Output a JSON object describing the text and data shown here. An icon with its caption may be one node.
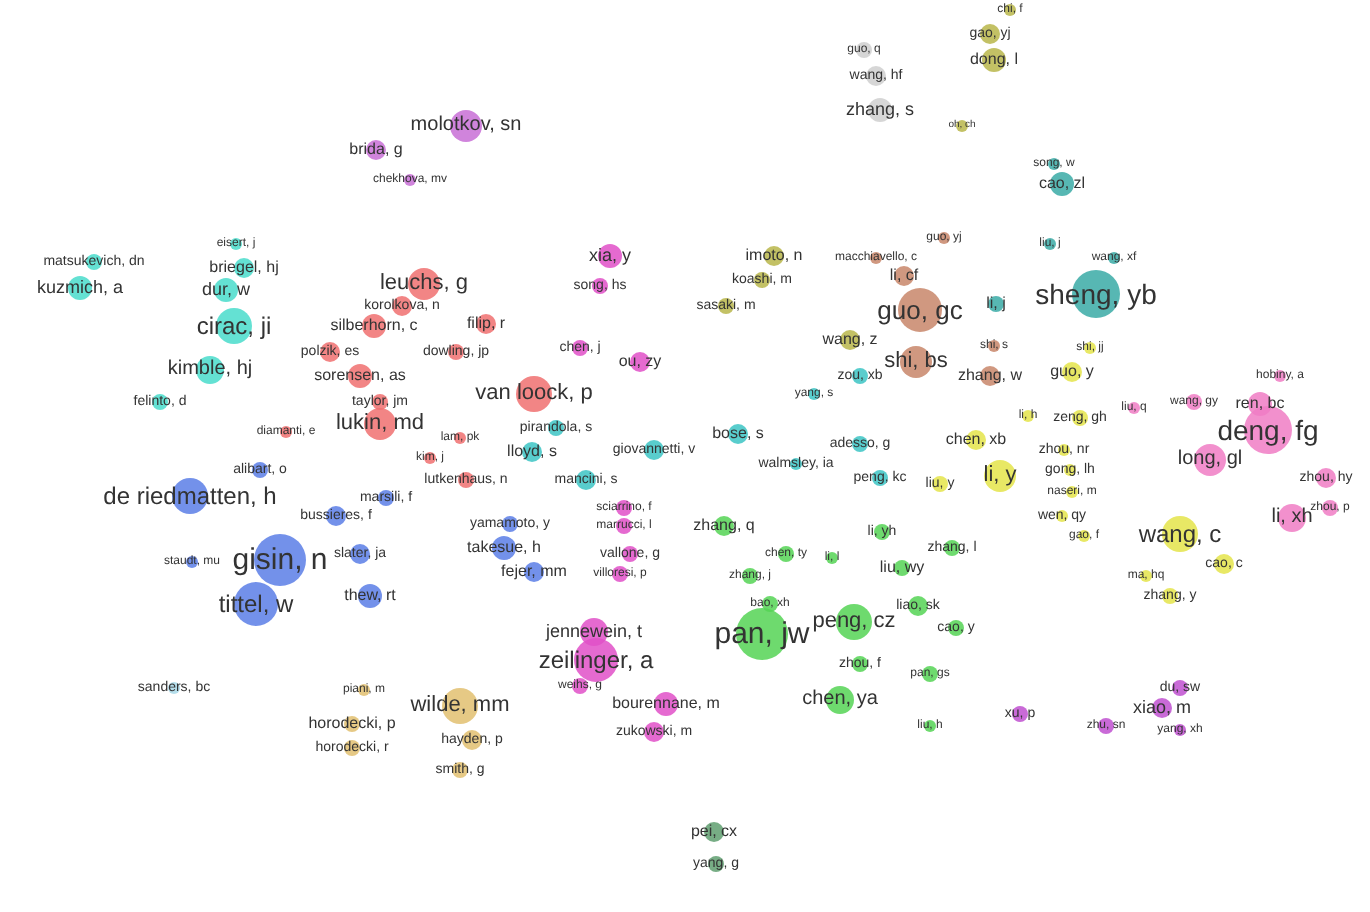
{
  "diagram": {
    "nodes": [
      {
        "text": [
          "matsukevich, dn"
        ]
      },
      {
        "text": [
          "kuzmich, a"
        ]
      },
      {
        "text": [
          "eisert, j"
        ]
      },
      {
        "text": [
          "briegel, hj"
        ]
      },
      {
        "text": [
          "dur, w"
        ]
      },
      {
        "text": [
          "cirac, ji"
        ]
      },
      {
        "text": [
          "kimble, hj"
        ]
      },
      {
        "text": [
          "felinto, d"
        ]
      },
      {
        "text": [
          "molotkov, sn"
        ]
      },
      {
        "text": [
          "brida, g"
        ]
      },
      {
        "text": [
          "chekhova, mv"
        ]
      },
      {
        "text": [
          "leuchs, g"
        ]
      },
      {
        "text": [
          "korolkova, n"
        ]
      },
      {
        "text": [
          "silberhorn, c"
        ]
      },
      {
        "text": [
          "filip, r"
        ]
      },
      {
        "text": [
          "dowling, jp"
        ]
      },
      {
        "text": [
          "polzik, es"
        ]
      },
      {
        "text": [
          "sorensen, as"
        ]
      },
      {
        "text": [
          "van loock, p"
        ]
      },
      {
        "text": [
          "taylor, jm"
        ]
      },
      {
        "text": [
          "lukin, md"
        ]
      },
      {
        "text": [
          "diamanti, e"
        ]
      },
      {
        "text": [
          "lam, pk"
        ]
      },
      {
        "text": [
          "kim, j"
        ]
      },
      {
        "text": [
          "lutkenhaus, n"
        ]
      },
      {
        "text": [
          "alibart, o"
        ]
      },
      {
        "text": [
          "de riedmatten, h"
        ]
      },
      {
        "text": [
          "bussieres, f"
        ]
      },
      {
        "text": [
          "marsili, f"
        ]
      },
      {
        "text": [
          "gisin, n"
        ]
      },
      {
        "text": [
          "staudt, mu"
        ]
      },
      {
        "text": [
          "slater, ja"
        ]
      },
      {
        "text": [
          "tittel, w"
        ]
      },
      {
        "text": [
          "thew, rt"
        ]
      },
      {
        "text": [
          "yamamoto, y"
        ]
      },
      {
        "text": [
          "takesue, h"
        ]
      },
      {
        "text": [
          "fejer, mm"
        ]
      },
      {
        "text": [
          "pirandola, s"
        ]
      },
      {
        "text": [
          "lloyd, s"
        ]
      },
      {
        "text": [
          "mancini, s"
        ]
      },
      {
        "text": [
          "giovannetti, v"
        ]
      },
      {
        "text": [
          "bose, s"
        ]
      },
      {
        "text": [
          "yang, s"
        ]
      },
      {
        "text": [
          "zou, xb"
        ]
      },
      {
        "text": [
          "adesso, g"
        ]
      },
      {
        "text": [
          "walmsley, ia"
        ]
      },
      {
        "text": [
          "peng, kc"
        ]
      },
      {
        "text": [
          "xia, y"
        ]
      },
      {
        "text": [
          "song, hs"
        ]
      },
      {
        "text": [
          "chen, j"
        ]
      },
      {
        "text": [
          "ou, zy"
        ]
      },
      {
        "text": [
          "sciarrino, f"
        ]
      },
      {
        "text": [
          "marrucci, l"
        ]
      },
      {
        "text": [
          "vallone, g"
        ]
      },
      {
        "text": [
          "villoresi, p"
        ]
      },
      {
        "text": [
          "jennewein, t"
        ]
      },
      {
        "text": [
          "zeilinger, a"
        ]
      },
      {
        "text": [
          "weihs, g"
        ]
      },
      {
        "text": [
          "bourennane, m"
        ]
      },
      {
        "text": [
          "zukowski, m"
        ]
      },
      {
        "text": [
          "imoto, n"
        ]
      },
      {
        "text": [
          "koashi, m"
        ]
      },
      {
        "text": [
          "sasaki, m"
        ]
      },
      {
        "text": [
          "wang, z"
        ]
      },
      {
        "text": [
          "chi, f"
        ]
      },
      {
        "text": [
          "gao, yj"
        ]
      },
      {
        "text": [
          "dong, l"
        ]
      },
      {
        "text": [
          "oh, ch"
        ]
      },
      {
        "text": [
          "guo, q"
        ]
      },
      {
        "text": [
          "wang, hf"
        ]
      },
      {
        "text": [
          "zhang, s"
        ]
      },
      {
        "text": [
          "guo, yj"
        ]
      },
      {
        "text": [
          "macchiavello, c"
        ]
      },
      {
        "text": [
          "li, cf"
        ]
      },
      {
        "text": [
          "guo, gc"
        ]
      },
      {
        "text": [
          "shi, bs"
        ]
      },
      {
        "text": [
          "shi, s"
        ]
      },
      {
        "text": [
          "zhang, w"
        ]
      },
      {
        "text": [
          "song, w"
        ]
      },
      {
        "text": [
          "cao, zl"
        ]
      },
      {
        "text": [
          "liu, j"
        ]
      },
      {
        "text": [
          "wang, xf"
        ]
      },
      {
        "text": [
          "li, j"
        ]
      },
      {
        "text": [
          "sheng, yb"
        ]
      },
      {
        "text": [
          "shi, jj"
        ]
      },
      {
        "text": [
          "guo, y"
        ]
      },
      {
        "text": [
          "chen, xb"
        ]
      },
      {
        "text": [
          "li, h"
        ]
      },
      {
        "text": [
          "zeng, gh"
        ]
      },
      {
        "text": [
          "zhou, nr"
        ]
      },
      {
        "text": [
          "gong, lh"
        ]
      },
      {
        "text": [
          "li, y"
        ]
      },
      {
        "text": [
          "liu, y"
        ]
      },
      {
        "text": [
          "naseri, m"
        ]
      },
      {
        "text": [
          "wen, qy"
        ]
      },
      {
        "text": [
          "gao, f"
        ]
      },
      {
        "text": [
          "wang, c"
        ]
      },
      {
        "text": [
          "cao, c"
        ]
      },
      {
        "text": [
          "ma, hq"
        ]
      },
      {
        "text": [
          "zhang, y"
        ]
      },
      {
        "text": [
          "hobiny, a"
        ]
      },
      {
        "text": [
          "wang, gy"
        ]
      },
      {
        "text": [
          "ren, bc"
        ]
      },
      {
        "text": [
          "liu, q"
        ]
      },
      {
        "text": [
          "deng, fg"
        ]
      },
      {
        "text": [
          "long, gl"
        ]
      },
      {
        "text": [
          "zhou, hy"
        ]
      },
      {
        "text": [
          "zhou, p"
        ]
      },
      {
        "text": [
          "li, xh"
        ]
      },
      {
        "text": [
          "zhang, q"
        ]
      },
      {
        "text": [
          "li, yh"
        ]
      },
      {
        "text": [
          "zhang, l"
        ]
      },
      {
        "text": [
          "chen, ty"
        ]
      },
      {
        "text": [
          "li, l"
        ]
      },
      {
        "text": [
          "liu, wy"
        ]
      },
      {
        "text": [
          "zhang, j"
        ]
      },
      {
        "text": [
          "bao, xh"
        ]
      },
      {
        "text": [
          "liao, sk"
        ]
      },
      {
        "text": [
          "pan, jw"
        ]
      },
      {
        "text": [
          "peng, cz"
        ]
      },
      {
        "text": [
          "cao, y"
        ]
      },
      {
        "text": [
          "zhou, f"
        ]
      },
      {
        "text": [
          "pan, gs"
        ]
      },
      {
        "text": [
          "chen, ya"
        ]
      },
      {
        "text": [
          "liu, h"
        ]
      },
      {
        "text": [
          "xu, p"
        ]
      },
      {
        "text": [
          "du, sw"
        ]
      },
      {
        "text": [
          "xiao, m"
        ]
      },
      {
        "text": [
          "zhu, sn"
        ]
      },
      {
        "text": [
          "yang, xh"
        ]
      },
      {
        "text": [
          "piani, m"
        ]
      },
      {
        "text": [
          "wilde, mm"
        ]
      },
      {
        "text": [
          "horodecki, p"
        ]
      },
      {
        "text": [
          "horodecki, r"
        ]
      },
      {
        "text": [
          "hayden, p"
        ]
      },
      {
        "text": [
          "smith, g"
        ]
      },
      {
        "text": [
          "pei, cx"
        ]
      },
      {
        "text": [
          "yang, g"
        ]
      },
      {
        "text": [
          "sanders, bc"
        ]
      }
    ]
  }
}
